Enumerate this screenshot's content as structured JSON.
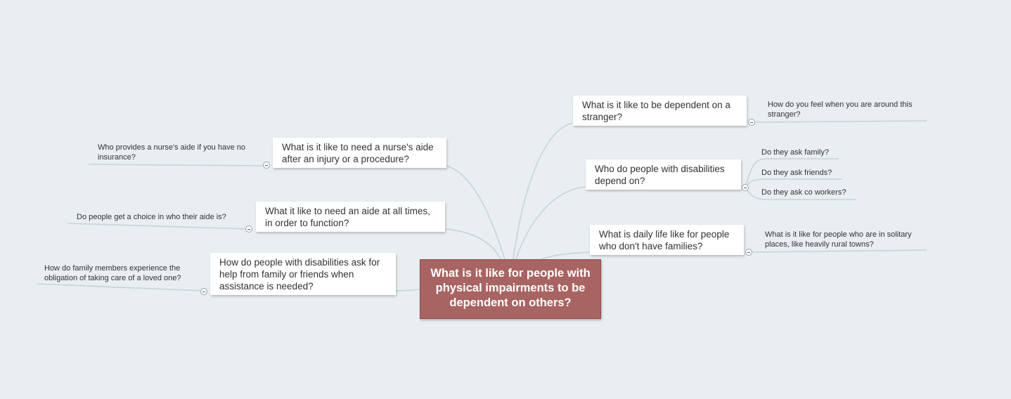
{
  "central": {
    "label": "What is it like for people with physical impairments to be dependent on others?",
    "color": "#a86462"
  },
  "line_color": "#c9d2d7",
  "branches": [
    {
      "key": "nurse",
      "label": "What is it like to need a nurse's aide after an injury or a procedure?",
      "children": [
        "Who provides a nurse's aide if you have no insurance?"
      ]
    },
    {
      "key": "aide",
      "label": "What it like to need an aide at all times, in order to function?",
      "children": [
        "Do people get a choice in who their aide is?"
      ]
    },
    {
      "key": "ask",
      "label": "How do people with disabilities ask for help from family or friends when assistance is needed?",
      "children": [
        "How do family members experience the obligation of taking care of a loved one?"
      ]
    },
    {
      "key": "stranger",
      "label": "What is it like to be dependent on a stranger?",
      "children": [
        "How do you feel when you are around this stranger?"
      ]
    },
    {
      "key": "depend",
      "label": "Who do people with disabilities depend on?",
      "children": [
        "Do they ask family?",
        "Do they ask friends?",
        "Do they ask co workers?"
      ]
    },
    {
      "key": "daily",
      "label": "What is daily life like for people who don't have families?",
      "children": [
        "What is it like for people who are in solitary places, like heavily rural towns?"
      ]
    }
  ]
}
